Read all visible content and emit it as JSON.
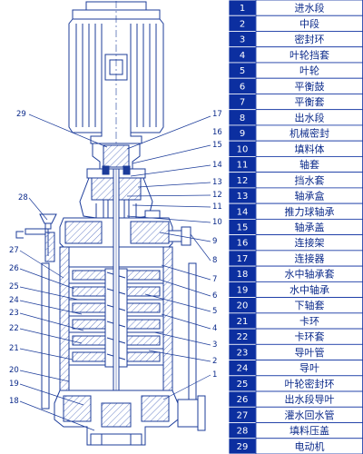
{
  "colors": {
    "line": "#1c3c9a",
    "hatch": "#6a82c8",
    "table_num_bg": "#0c2fa0",
    "table_text": "#0b2a8a"
  },
  "callouts": [
    "1",
    "2",
    "3",
    "4",
    "5",
    "6",
    "7",
    "8",
    "9",
    "10",
    "11",
    "12",
    "13",
    "14",
    "15",
    "16",
    "17",
    "18",
    "19",
    "20",
    "21",
    "22",
    "23",
    "24",
    "25",
    "26",
    "27",
    "28",
    "29"
  ],
  "parts": [
    {
      "no": "1",
      "name": "进水段"
    },
    {
      "no": "2",
      "name": "中段"
    },
    {
      "no": "3",
      "name": "密封环"
    },
    {
      "no": "4",
      "name": "叶轮挡套"
    },
    {
      "no": "5",
      "name": "叶轮"
    },
    {
      "no": "6",
      "name": "平衡鼓"
    },
    {
      "no": "7",
      "name": "平衡套"
    },
    {
      "no": "8",
      "name": "出水段"
    },
    {
      "no": "9",
      "name": "机械密封"
    },
    {
      "no": "10",
      "name": "填料体"
    },
    {
      "no": "11",
      "name": "轴套"
    },
    {
      "no": "12",
      "name": "挡水套"
    },
    {
      "no": "13",
      "name": "轴承盒"
    },
    {
      "no": "14",
      "name": "推力球轴承"
    },
    {
      "no": "15",
      "name": "轴承盖"
    },
    {
      "no": "16",
      "name": "连接架"
    },
    {
      "no": "17",
      "name": "连接器"
    },
    {
      "no": "18",
      "name": "水中轴承套"
    },
    {
      "no": "19",
      "name": "水中轴承"
    },
    {
      "no": "20",
      "name": "下轴套"
    },
    {
      "no": "21",
      "name": "卡环"
    },
    {
      "no": "22",
      "name": "卡环套"
    },
    {
      "no": "23",
      "name": "导叶管"
    },
    {
      "no": "24",
      "name": "导叶"
    },
    {
      "no": "25",
      "name": "叶轮密封环"
    },
    {
      "no": "26",
      "name": "出水段导叶"
    },
    {
      "no": "27",
      "name": "灌水回水管"
    },
    {
      "no": "28",
      "name": "填料压盖"
    },
    {
      "no": "29",
      "name": "电动机"
    }
  ]
}
